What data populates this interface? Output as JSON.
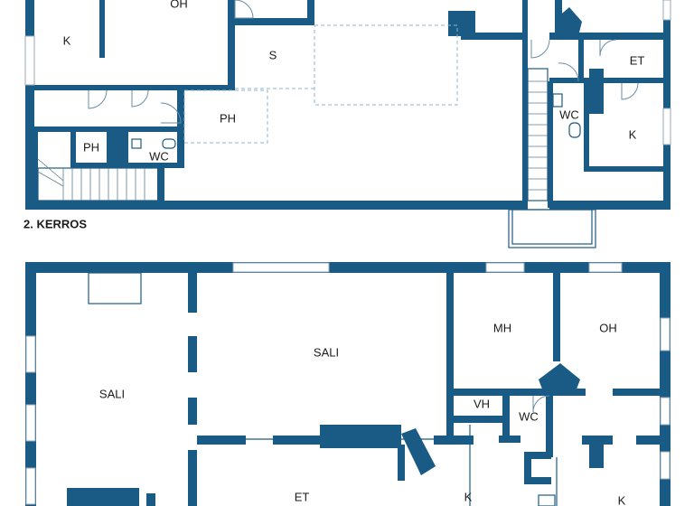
{
  "colors": {
    "wall": "#1a5b85",
    "background": "#ffffff"
  },
  "upper_floor": {
    "title": "2. KERROS",
    "rooms": [
      {
        "id": "oh",
        "label": "OH"
      },
      {
        "id": "k-left",
        "label": "K"
      },
      {
        "id": "s",
        "label": "S"
      },
      {
        "id": "ph-main",
        "label": "PH"
      },
      {
        "id": "ph-small",
        "label": "PH"
      },
      {
        "id": "wc-left",
        "label": "WC"
      },
      {
        "id": "et",
        "label": "ET"
      },
      {
        "id": "wc-right",
        "label": "WC"
      },
      {
        "id": "k-right",
        "label": "K"
      }
    ]
  },
  "lower_floor": {
    "rooms": [
      {
        "id": "sali-left",
        "label": "SALI"
      },
      {
        "id": "sali-center",
        "label": "SALI"
      },
      {
        "id": "mh",
        "label": "MH"
      },
      {
        "id": "oh",
        "label": "OH"
      },
      {
        "id": "vh",
        "label": "VH"
      },
      {
        "id": "wc",
        "label": "WC"
      },
      {
        "id": "et",
        "label": "ET"
      },
      {
        "id": "k-center",
        "label": "K"
      },
      {
        "id": "k-right",
        "label": "K"
      }
    ]
  }
}
